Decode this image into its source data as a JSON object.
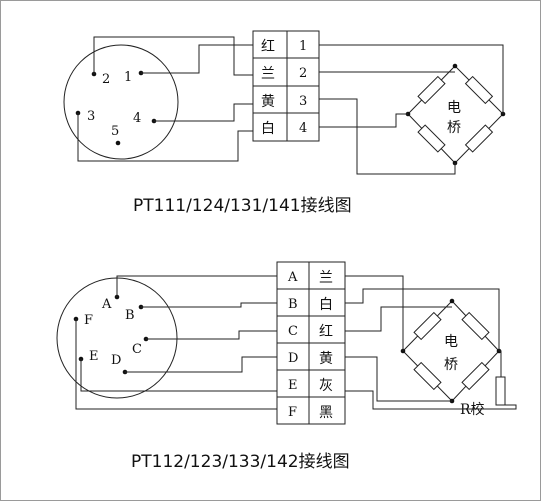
{
  "diagram1": {
    "title": "PT111/124/131/141接线图",
    "pins": [
      "2",
      "1",
      "3",
      "4",
      "5"
    ],
    "colors": [
      "红",
      "兰",
      "黄",
      "白"
    ],
    "terminals": [
      "1",
      "2",
      "3",
      "4"
    ],
    "bridge_label": [
      "电",
      "桥"
    ]
  },
  "diagram2": {
    "title": "PT112/123/133/142接线图",
    "pins": [
      "A",
      "B",
      "F",
      "C",
      "E",
      "D"
    ],
    "letters": [
      "A",
      "B",
      "C",
      "D",
      "E",
      "F"
    ],
    "colors": [
      "兰",
      "白",
      "红",
      "黄",
      "灰",
      "黑"
    ],
    "bridge_label": [
      "电",
      "桥"
    ],
    "resistor_label": "R校"
  }
}
